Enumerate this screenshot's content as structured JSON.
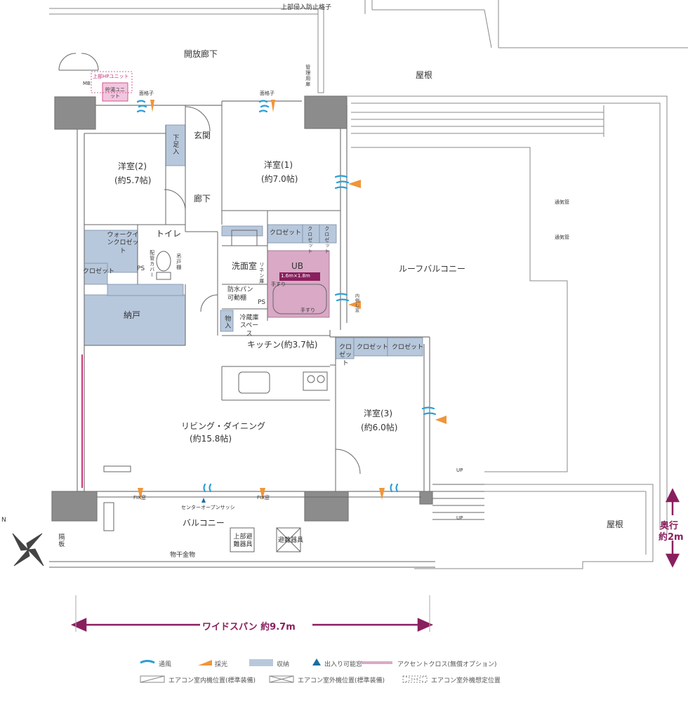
{
  "rooms": {
    "kaiho_roka": "開放廊下",
    "yane_top": "屋根",
    "yane_bottom": "屋根",
    "yoshitsu1_name": "洋室(1)",
    "yoshitsu1_size": "(約7.0帖)",
    "yoshitsu2_name": "洋室(2)",
    "yoshitsu2_size": "(約5.7帖)",
    "yoshitsu3_name": "洋室(3)",
    "yoshitsu3_size": "(約6.0帖)",
    "genkan": "玄関",
    "roka": "廊下",
    "toilet": "トイレ",
    "senmen": "洗面室",
    "nando": "納戸",
    "kitchen": "キッチン(約3.7帖)",
    "living_name": "リビング・ダイニング",
    "living_size": "(約15.8帖)",
    "balcony": "バルコニー",
    "roof_balcony": "ルーフバルコニー",
    "ub": "UB",
    "ub_size": "1.6m×1.8m"
  },
  "labels": {
    "jobu_shinnyu": "上部侵入防止格子",
    "kanri_tobira": "管理用扉",
    "mb": "MB",
    "jobu_hp": "上部HPユニット",
    "chotou": "貯湯ユニット",
    "menkoshi1": "面格子",
    "menkoshi2": "面格子",
    "shita_soku": "下足入",
    "walkin": "ウォークインクロゼット",
    "closet_nando": "クロゼット",
    "ps1": "PS",
    "ps2": "PS",
    "haizen": "配管カバー",
    "tsuri": "吊戸棚",
    "closet_y1": "クロゼット",
    "closet_y1b": "クロゼット",
    "closet_y1c": "クロゼット",
    "closet_y3a": "クロゼット",
    "closet_y3b": "クロゼット",
    "closet_y3c": "クロゼット",
    "linen": "リネン庫",
    "bousui": "防水パン",
    "kado": "可動棚",
    "tesuri1": "手すり",
    "tesuri2": "手すり",
    "naiteki": "内倒し窓",
    "monoire": "物入",
    "reizouko": "冷蔵庫スペース",
    "tsuki1": "通気管",
    "tsuki2": "通気管",
    "fix1": "FIX窓",
    "fix2": "FIX窓",
    "center_open": "センターオープンサッシ",
    "jobu_hinan": "上部避難器具",
    "hinan": "避難器具",
    "monohoshi": "物干金物",
    "kakuita": "隔板",
    "up1": "UP",
    "up2": "UP"
  },
  "dimensions": {
    "wide_span": "ワイドスパン 約9.7m",
    "okuyuki_1": "奥行",
    "okuyuki_2": "約2m"
  },
  "compass": {
    "north": "N"
  },
  "legend": {
    "tsufu": "通風",
    "saiko": "採光",
    "shuno": "収納",
    "deiri": "出入り可能窓",
    "accent": "アクセントクロス(無償オプション)",
    "ac_in": "エアコン室内機位置(標準装備)",
    "ac_out": "エアコン室外機位置(標準装備)",
    "ac_out_plan": "エアコン室外機想定位置"
  },
  "colors": {
    "wall": "#8c8c8c",
    "storage": "#b8c8dc",
    "bath": "#d9a9c6",
    "wind": "#2a9fd6",
    "light": "#f0953a",
    "accent": "#c8347a",
    "dimension": "#8a1f5e",
    "line": "#666666"
  }
}
